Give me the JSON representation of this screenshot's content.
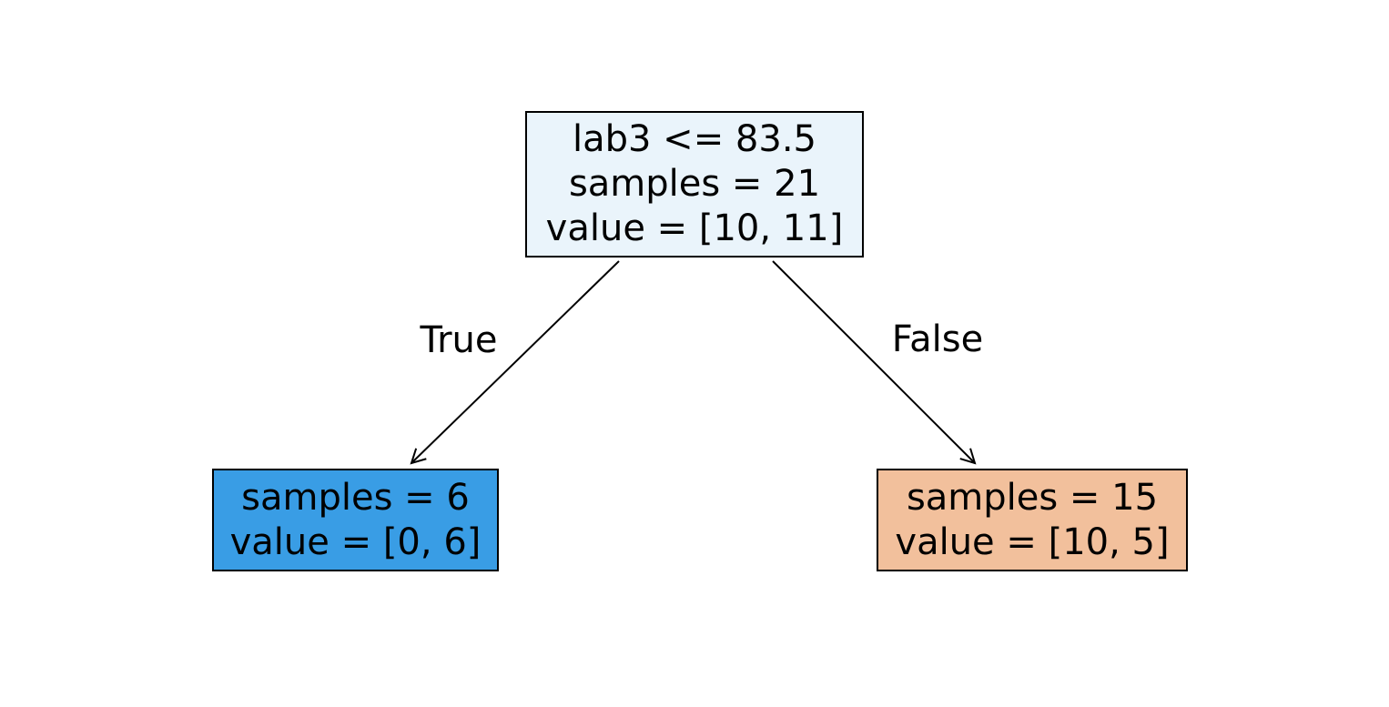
{
  "page": {
    "background": "#ffffff"
  },
  "tree": {
    "root": {
      "condition": "lab3 <= 83.5",
      "samples": "samples = 21",
      "value": "value = [10, 11]",
      "fill": "#eaf4fb",
      "border": "#000000"
    },
    "left_leaf": {
      "samples": "samples = 6",
      "value": "value = [0, 6]",
      "fill": "#399de5",
      "border": "#000000"
    },
    "right_leaf": {
      "samples": "samples = 15",
      "value": "value = [10, 5]",
      "fill": "#f2c09c",
      "border": "#000000"
    },
    "edges": {
      "true_label": "True",
      "false_label": "False",
      "color": "#000000"
    }
  }
}
